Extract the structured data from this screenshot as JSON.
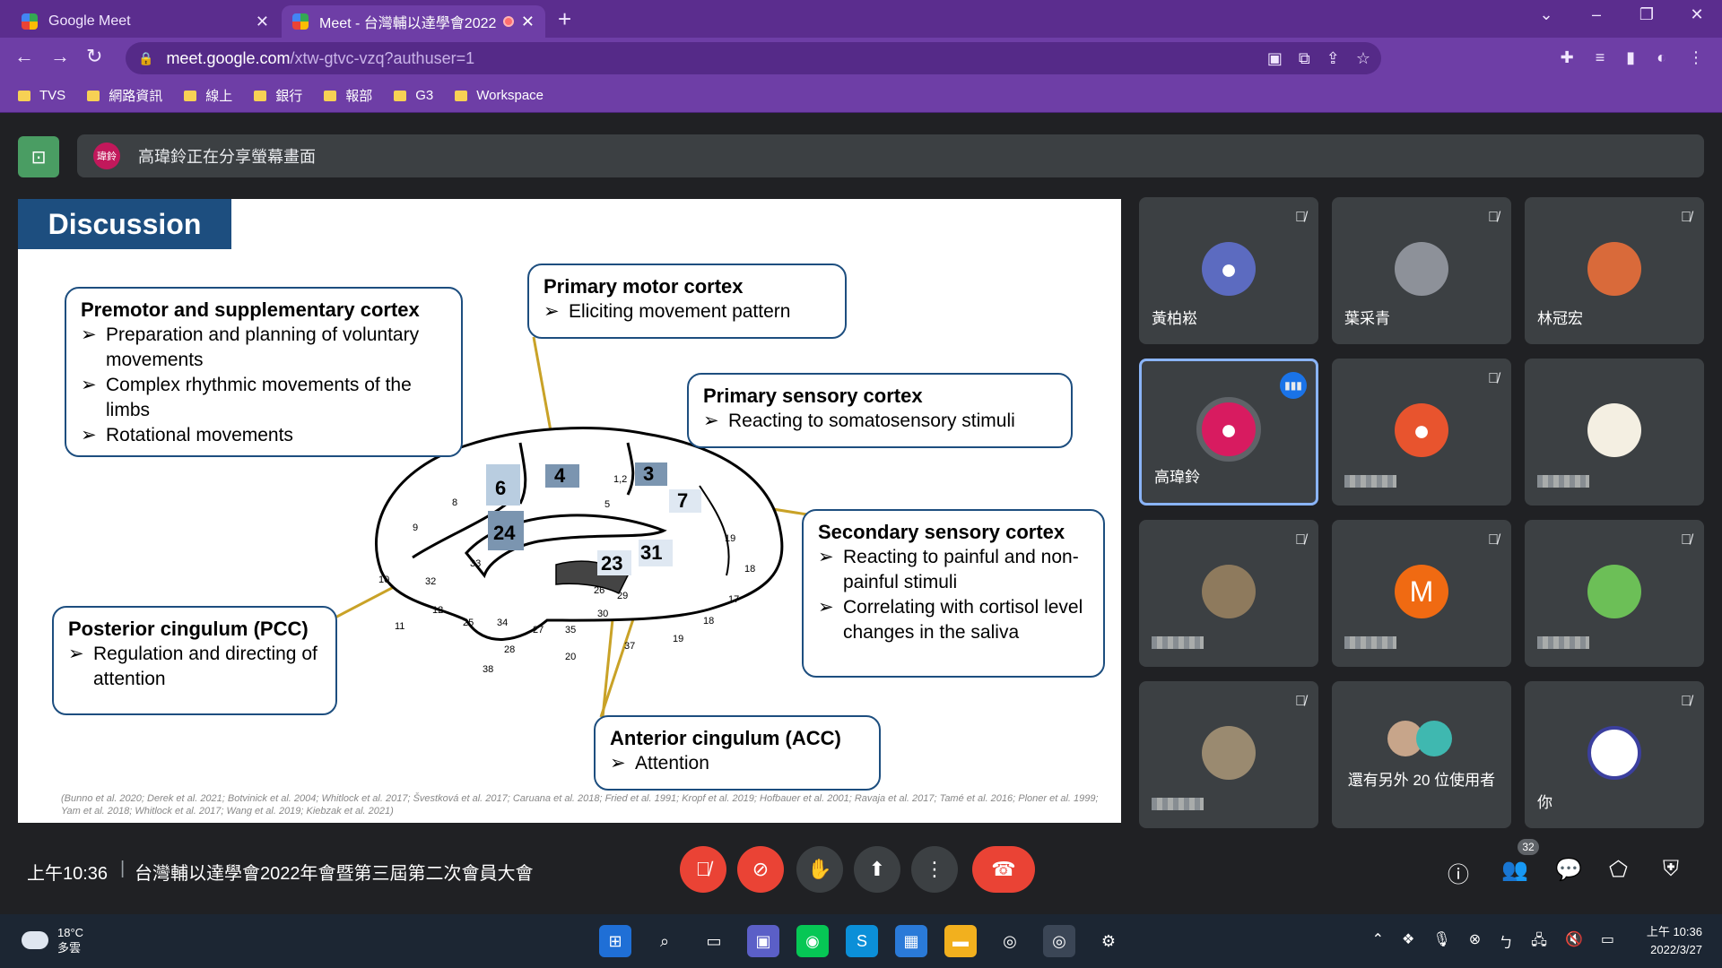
{
  "browser": {
    "tabs": [
      {
        "title": "Google Meet"
      },
      {
        "title": "Meet - 台灣輔以達學會2022"
      }
    ],
    "address_host": "meet.google.com",
    "address_path": "/xtw-gtvc-vzq?authuser=1",
    "bookmarks": [
      "TVS",
      "網路資訊",
      "線上",
      "銀行",
      "報部",
      "G3",
      "Workspace"
    ]
  },
  "share": {
    "presenter_avatar": "瑋鈴",
    "banner_text": "高瑋鈴正在分享螢幕畫面"
  },
  "slide": {
    "title": "Discussion",
    "boxes": {
      "premotor": {
        "heading": "Premotor and supplementary cortex",
        "bullets": [
          "Preparation and planning of voluntary movements",
          "Complex rhythmic movements of the limbs",
          "Rotational movements"
        ]
      },
      "motor": {
        "heading": "Primary motor cortex",
        "bullets": [
          "Eliciting movement pattern"
        ]
      },
      "sensory": {
        "heading": "Primary sensory cortex",
        "bullets": [
          "Reacting to somatosensory stimuli"
        ]
      },
      "secondary": {
        "heading": "Secondary sensory cortex",
        "bullets": [
          "Reacting to painful and non-painful stimuli",
          "Correlating with cortisol level changes in the saliva"
        ]
      },
      "pcc": {
        "heading": "Posterior cingulum (PCC)",
        "bullets": [
          "Regulation and directing of attention"
        ]
      },
      "acc": {
        "heading": "Anterior cingulum (ACC)",
        "bullets": [
          "Attention"
        ]
      }
    },
    "brain_areas": [
      "6",
      "4",
      "1,2",
      "3",
      "7",
      "8",
      "5",
      "9",
      "24",
      "19",
      "33",
      "23",
      "31",
      "18",
      "10",
      "32",
      "26",
      "29",
      "17",
      "12",
      "30",
      "11",
      "25",
      "34",
      "27",
      "35",
      "18",
      "19",
      "28",
      "37",
      "20",
      "38"
    ],
    "citation": "(Bunno et al. 2020; Derek et al. 2021; Botvinick et al. 2004; Whitlock et al. 2017; Švestková et al. 2017; Caruana et al. 2018; Fried et al. 1991; Kropf et al. 2019; Hofbauer et al. 2001; Ravaja et al. 2017; Tamé et al. 2016; Ploner et al. 1999; Yam et al. 2018; Whitlock et al. 2017; Wang et al. 2019; Kiebzak et al. 2021)"
  },
  "participants": [
    {
      "name": "黃柏崧",
      "avatar": "person-icon",
      "color": "#5c6bc0"
    },
    {
      "name": "葉采青",
      "avatar": "photo",
      "color": "#8d9199"
    },
    {
      "name": "林冠宏",
      "avatar": "photo",
      "color": "#d96a3a"
    },
    {
      "name": "高瑋鈴",
      "avatar": "person-icon",
      "color": "#d81b60"
    },
    {
      "name": "",
      "avatar": "person-icon",
      "color": "#e8542e"
    },
    {
      "name": "",
      "avatar": "photo",
      "color": "#f4efe2"
    },
    {
      "name": "",
      "avatar": "photo",
      "color": "#8e7a5d"
    },
    {
      "name": "",
      "avatar": "M",
      "color": "#f06a12"
    },
    {
      "name": "",
      "avatar": "photo",
      "color": "#6cbf57"
    },
    {
      "name": "",
      "avatar": "photo",
      "color": "#9a8a70"
    },
    {
      "name": "還有另外 20 位使用者",
      "avatar": "group",
      "color": "#5f6368"
    },
    {
      "name": "你",
      "avatar": "photo",
      "color": "#ffffff"
    }
  ],
  "meeting": {
    "time": "上午10:36",
    "separator": "|",
    "name": "台灣輔以達學會2022年會暨第三屆第二次會員大會",
    "people_count": "32"
  },
  "taskbar": {
    "weather_temp": "18°C",
    "weather_desc": "多雲",
    "clock_time": "上午 10:36",
    "clock_date": "2022/3/27"
  }
}
